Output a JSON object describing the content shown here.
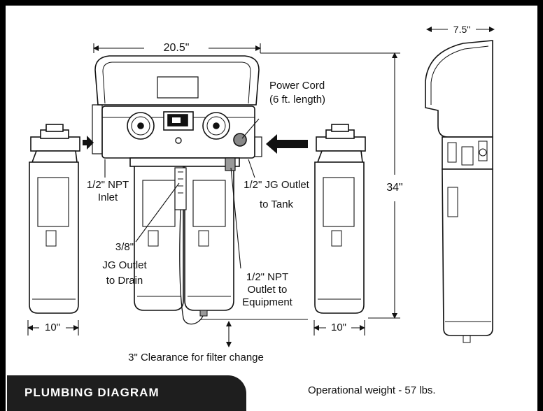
{
  "title_tab": "PLUMBING DIAGRAM",
  "labels": {
    "width_top": "20.5\"",
    "width_side": "7.5\"",
    "height": "34\"",
    "power_cord_line1": "Power Cord",
    "power_cord_line2": "(6 ft. length)",
    "inlet_line1": "1/2\" NPT",
    "inlet_line2": "Inlet",
    "jg_tank_line1": "1/2\" JG Outlet",
    "jg_tank_line2": "to Tank",
    "drain_line1": "3/8\"",
    "drain_line2": "JG Outlet",
    "drain_line3": "to Drain",
    "npt_equip_line1": "1/2\" NPT",
    "npt_equip_line2": "Outlet to",
    "npt_equip_line3": "Equipment",
    "filter_left_width": "10\"",
    "filter_right_width": "10\"",
    "clearance": "3\" Clearance for filter change",
    "weight": "Operational weight - 57 lbs."
  },
  "colors": {
    "frame": "#000000",
    "tab_bg": "#1e1e1e",
    "tab_text": "#ffffff",
    "line_art": "#111111"
  }
}
